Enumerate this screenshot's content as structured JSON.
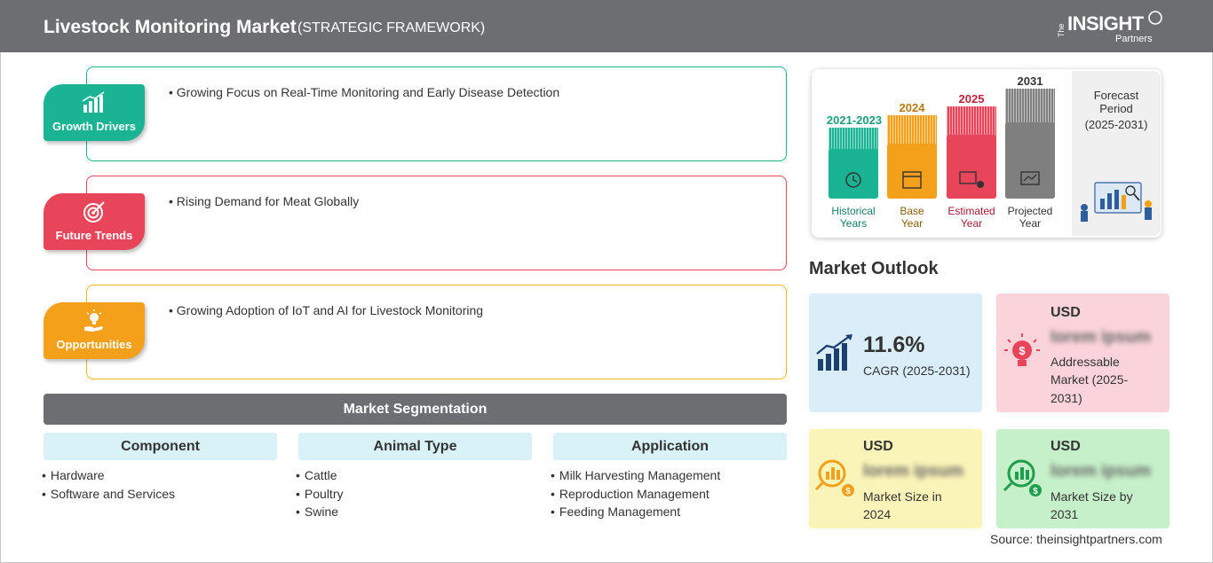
{
  "header": {
    "title": "Livestock Monitoring Market",
    "subtitle": "(STRATEGIC FRAMEWORK)",
    "logo": {
      "the": "The",
      "main": "INSIGHT",
      "sub": "Partners"
    }
  },
  "framework": [
    {
      "label": "Growth Drivers",
      "text": "• Growing Focus on Real-Time Monitoring and Early Disease Detection",
      "color": "#1ab394",
      "icon": "bar-chart-growth-icon"
    },
    {
      "label": "Future Trends",
      "text": "• Rising Demand for Meat Globally",
      "color": "#e9455a",
      "icon": "target-icon"
    },
    {
      "label": "Opportunities",
      "text": "• Growing Adoption of IoT and AI for Livestock Monitoring",
      "color": "#f5a01a",
      "icon": "lightbulb-hand-icon"
    }
  ],
  "segmentation": {
    "title": "Market Segmentation",
    "columns": [
      {
        "heading": "Component",
        "items": [
          "Hardware",
          "Software and Services"
        ]
      },
      {
        "heading": "Animal Type",
        "items": [
          "Cattle",
          "Poultry",
          "Swine"
        ]
      },
      {
        "heading": "Application",
        "items": [
          "Milk Harvesting Management",
          "Reproduction Management",
          "Feeding Management"
        ]
      }
    ]
  },
  "timeline": {
    "periods": [
      {
        "year": "2021-2023",
        "label1": "Historical",
        "label2": "Years",
        "color": "#1ab394"
      },
      {
        "year": "2024",
        "label1": "Base",
        "label2": "Year",
        "color": "#f5a01a"
      },
      {
        "year": "2025",
        "label1": "Estimated",
        "label2": "Year",
        "color": "#e9455a"
      },
      {
        "year": "2031",
        "label1": "Projected",
        "label2": "Year",
        "color": "#7f7f7f"
      }
    ],
    "forecast": {
      "line1": "Forecast",
      "line2": "Period",
      "line3": "(2025-2031)"
    }
  },
  "outlook": {
    "title": "Market Outlook",
    "cagr": {
      "value": "11.6%",
      "label": "CAGR (2025-2031)"
    },
    "addressable": {
      "usd": "USD",
      "value": "lorem ipsum",
      "desc1": "Addressable",
      "desc2": "Market (2025-",
      "desc3": "2031)"
    },
    "size2024": {
      "usd": "USD",
      "value": "lorem ipsum",
      "desc1": "Market Size in",
      "desc2": "2024"
    },
    "size2031": {
      "usd": "USD",
      "value": "lorem ipsum",
      "desc1": "Market Size by",
      "desc2": "2031"
    }
  },
  "source": "Source: theinsightpartners.com"
}
